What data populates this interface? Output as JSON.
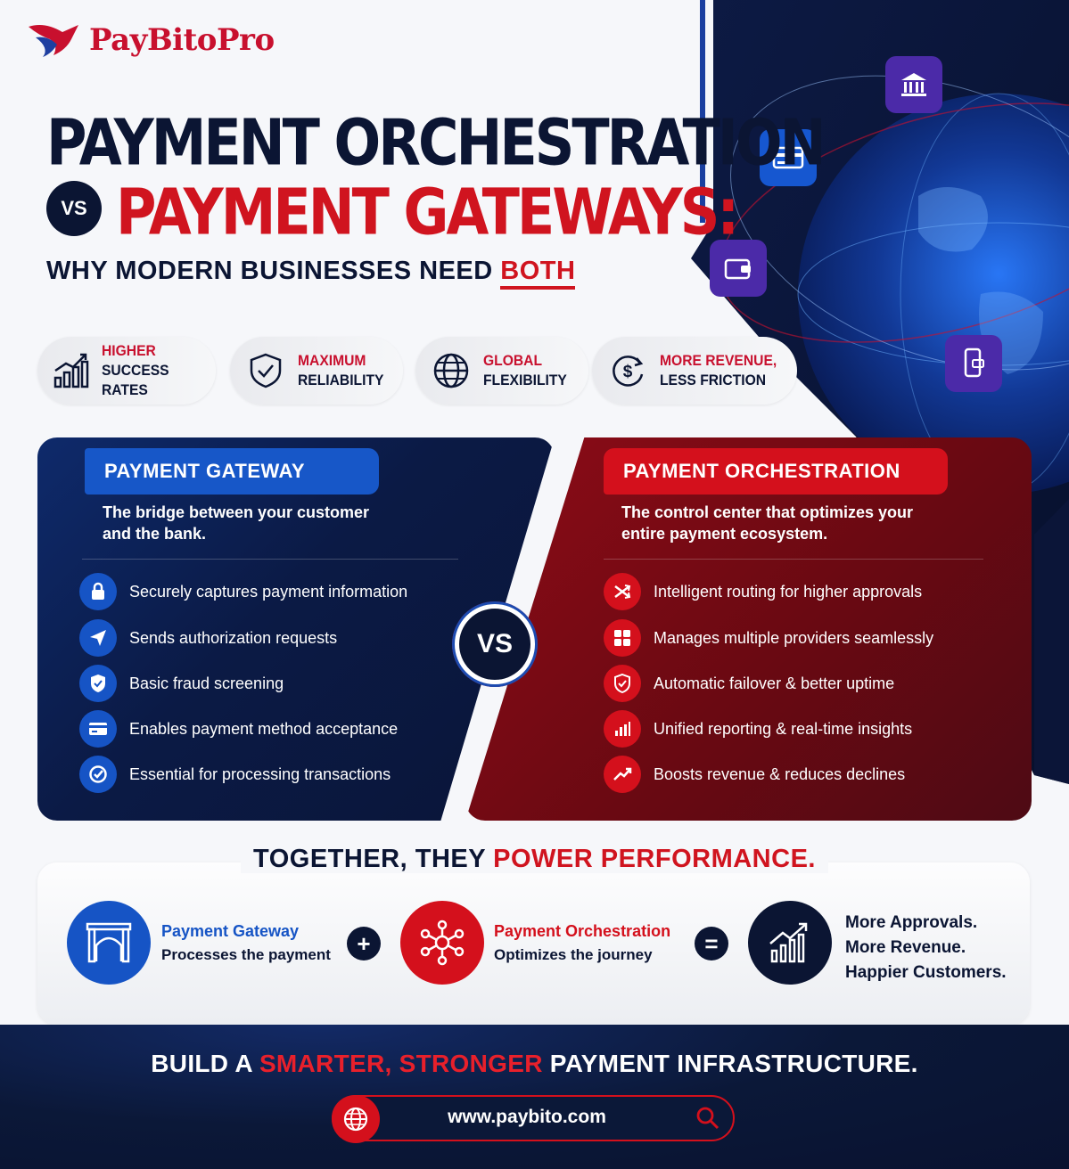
{
  "brand": {
    "name": "PayBitoPro"
  },
  "hero": {
    "title_line1": "PAYMENT ORCHESTRATION",
    "vs": "VS",
    "title_line2": "PAYMENT GATEWAYS:",
    "subtitle_prefix": "WHY MODERN BUSINESSES NEED ",
    "subtitle_accent": "BOTH"
  },
  "benefits": [
    {
      "line1": "HIGHER",
      "line2": "SUCCESS RATES",
      "icon": "bar-chart-icon"
    },
    {
      "line1": "MAXIMUM",
      "line2": "RELIABILITY",
      "icon": "shield-check-icon"
    },
    {
      "line1": "GLOBAL",
      "line2": "FLEXIBILITY",
      "icon": "globe-icon"
    },
    {
      "line1": "MORE REVENUE,",
      "line2": "LESS FRICTION",
      "icon": "dollar-cycle-icon"
    }
  ],
  "gateway": {
    "title": "PAYMENT GATEWAY",
    "description": "The bridge between your customer and the bank.",
    "features": [
      {
        "text": "Securely captures payment information",
        "icon": "lock-icon"
      },
      {
        "text": "Sends authorization requests",
        "icon": "send-icon"
      },
      {
        "text": "Basic fraud screening",
        "icon": "shield-icon"
      },
      {
        "text": "Enables payment method acceptance",
        "icon": "card-icon"
      },
      {
        "text": "Essential for processing transactions",
        "icon": "check-circle-icon"
      }
    ]
  },
  "center_vs": "VS",
  "orchestration": {
    "title": "PAYMENT ORCHESTRATION",
    "description": "The control center that optimizes your entire payment ecosystem.",
    "features": [
      {
        "text": "Intelligent routing for higher approvals",
        "icon": "shuffle-icon"
      },
      {
        "text": "Manages multiple providers seamlessly",
        "icon": "grid-icon"
      },
      {
        "text": "Automatic failover & better uptime",
        "icon": "shield-icon"
      },
      {
        "text": "Unified reporting & real-time insights",
        "icon": "bar-chart-icon"
      },
      {
        "text": "Boosts revenue & reduces declines",
        "icon": "trend-up-icon"
      }
    ]
  },
  "together": {
    "title_prefix": "TOGETHER, THEY ",
    "title_accent": "POWER PERFORMANCE.",
    "gateway_label": "Payment Gateway",
    "gateway_sub": "Processes the payment",
    "plus": "+",
    "orchestration_label": "Payment Orchestration",
    "orchestration_sub": "Optimizes the journey",
    "equals": "=",
    "results": [
      "More Approvals.",
      "More Revenue.",
      "Happier Customers."
    ]
  },
  "footer": {
    "cta_prefix": "BUILD A ",
    "cta_accent": "SMARTER, STRONGER",
    "cta_suffix": " PAYMENT INFRASTRUCTURE.",
    "url": "www.paybito.com"
  },
  "colors": {
    "navy": "#0b1533",
    "red": "#d0141f",
    "blue": "#1654c5"
  }
}
